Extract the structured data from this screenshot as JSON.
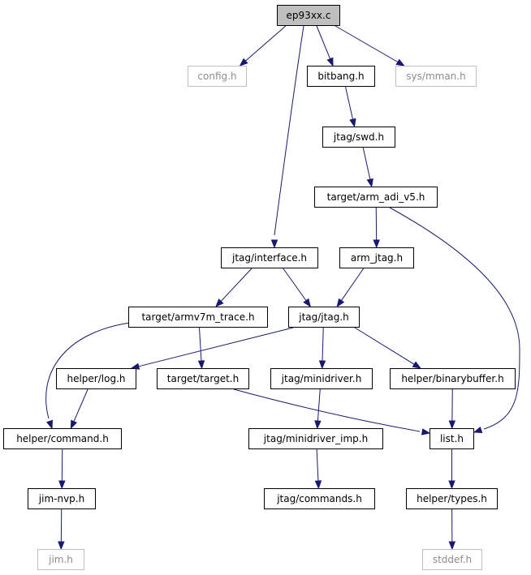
{
  "colors": {
    "edge": "#191970",
    "border": "#000000",
    "missing_border": "#bfbfbf",
    "missing_text": "#8c8c8c",
    "root_fill": "#bfbfbf"
  },
  "nodes": [
    {
      "id": "ep93xx_c",
      "label": "ep93xx.c",
      "style": "root"
    },
    {
      "id": "config_h",
      "label": "config.h",
      "style": "gray"
    },
    {
      "id": "bitbang_h",
      "label": "bitbang.h"
    },
    {
      "id": "sys_mman_h",
      "label": "sys/mman.h",
      "style": "gray"
    },
    {
      "id": "jtag_swd_h",
      "label": "jtag/swd.h"
    },
    {
      "id": "target_arm_adi_v5_h",
      "label": "target/arm_adi_v5.h"
    },
    {
      "id": "jtag_interface_h",
      "label": "jtag/interface.h"
    },
    {
      "id": "arm_jtag_h",
      "label": "arm_jtag.h"
    },
    {
      "id": "target_armv7m_trace_h",
      "label": "target/armv7m_trace.h"
    },
    {
      "id": "jtag_jtag_h",
      "label": "jtag/jtag.h"
    },
    {
      "id": "helper_log_h",
      "label": "helper/log.h"
    },
    {
      "id": "target_target_h",
      "label": "target/target.h"
    },
    {
      "id": "jtag_minidriver_h",
      "label": "jtag/minidriver.h"
    },
    {
      "id": "helper_binarybuffer_h",
      "label": "helper/binarybuffer.h"
    },
    {
      "id": "helper_command_h",
      "label": "helper/command.h"
    },
    {
      "id": "jtag_minidriver_imp_h",
      "label": "jtag/minidriver_imp.h"
    },
    {
      "id": "list_h",
      "label": "list.h"
    },
    {
      "id": "jim_nvp_h",
      "label": "jim-nvp.h"
    },
    {
      "id": "jtag_commands_h",
      "label": "jtag/commands.h"
    },
    {
      "id": "helper_types_h",
      "label": "helper/types.h"
    },
    {
      "id": "jim_h",
      "label": "jim.h",
      "style": "gray"
    },
    {
      "id": "stddef_h",
      "label": "stddef.h",
      "style": "gray"
    }
  ],
  "edges": [
    [
      "ep93xx_c",
      "config_h"
    ],
    [
      "ep93xx_c",
      "bitbang_h"
    ],
    [
      "ep93xx_c",
      "sys_mman_h"
    ],
    [
      "ep93xx_c",
      "jtag_interface_h"
    ],
    [
      "bitbang_h",
      "jtag_swd_h"
    ],
    [
      "jtag_swd_h",
      "target_arm_adi_v5_h"
    ],
    [
      "target_arm_adi_v5_h",
      "arm_jtag_h"
    ],
    [
      "target_arm_adi_v5_h",
      "list_h"
    ],
    [
      "jtag_interface_h",
      "target_armv7m_trace_h"
    ],
    [
      "jtag_interface_h",
      "jtag_jtag_h"
    ],
    [
      "arm_jtag_h",
      "jtag_jtag_h"
    ],
    [
      "target_armv7m_trace_h",
      "helper_command_h"
    ],
    [
      "target_armv7m_trace_h",
      "target_target_h"
    ],
    [
      "jtag_jtag_h",
      "helper_log_h"
    ],
    [
      "jtag_jtag_h",
      "jtag_minidriver_h"
    ],
    [
      "jtag_jtag_h",
      "helper_binarybuffer_h"
    ],
    [
      "helper_log_h",
      "helper_command_h"
    ],
    [
      "target_target_h",
      "list_h"
    ],
    [
      "jtag_minidriver_h",
      "jtag_minidriver_imp_h"
    ],
    [
      "helper_binarybuffer_h",
      "list_h"
    ],
    [
      "helper_command_h",
      "jim_nvp_h"
    ],
    [
      "jtag_minidriver_imp_h",
      "jtag_commands_h"
    ],
    [
      "list_h",
      "helper_types_h"
    ],
    [
      "jim_nvp_h",
      "jim_h"
    ],
    [
      "helper_types_h",
      "stddef_h"
    ]
  ]
}
